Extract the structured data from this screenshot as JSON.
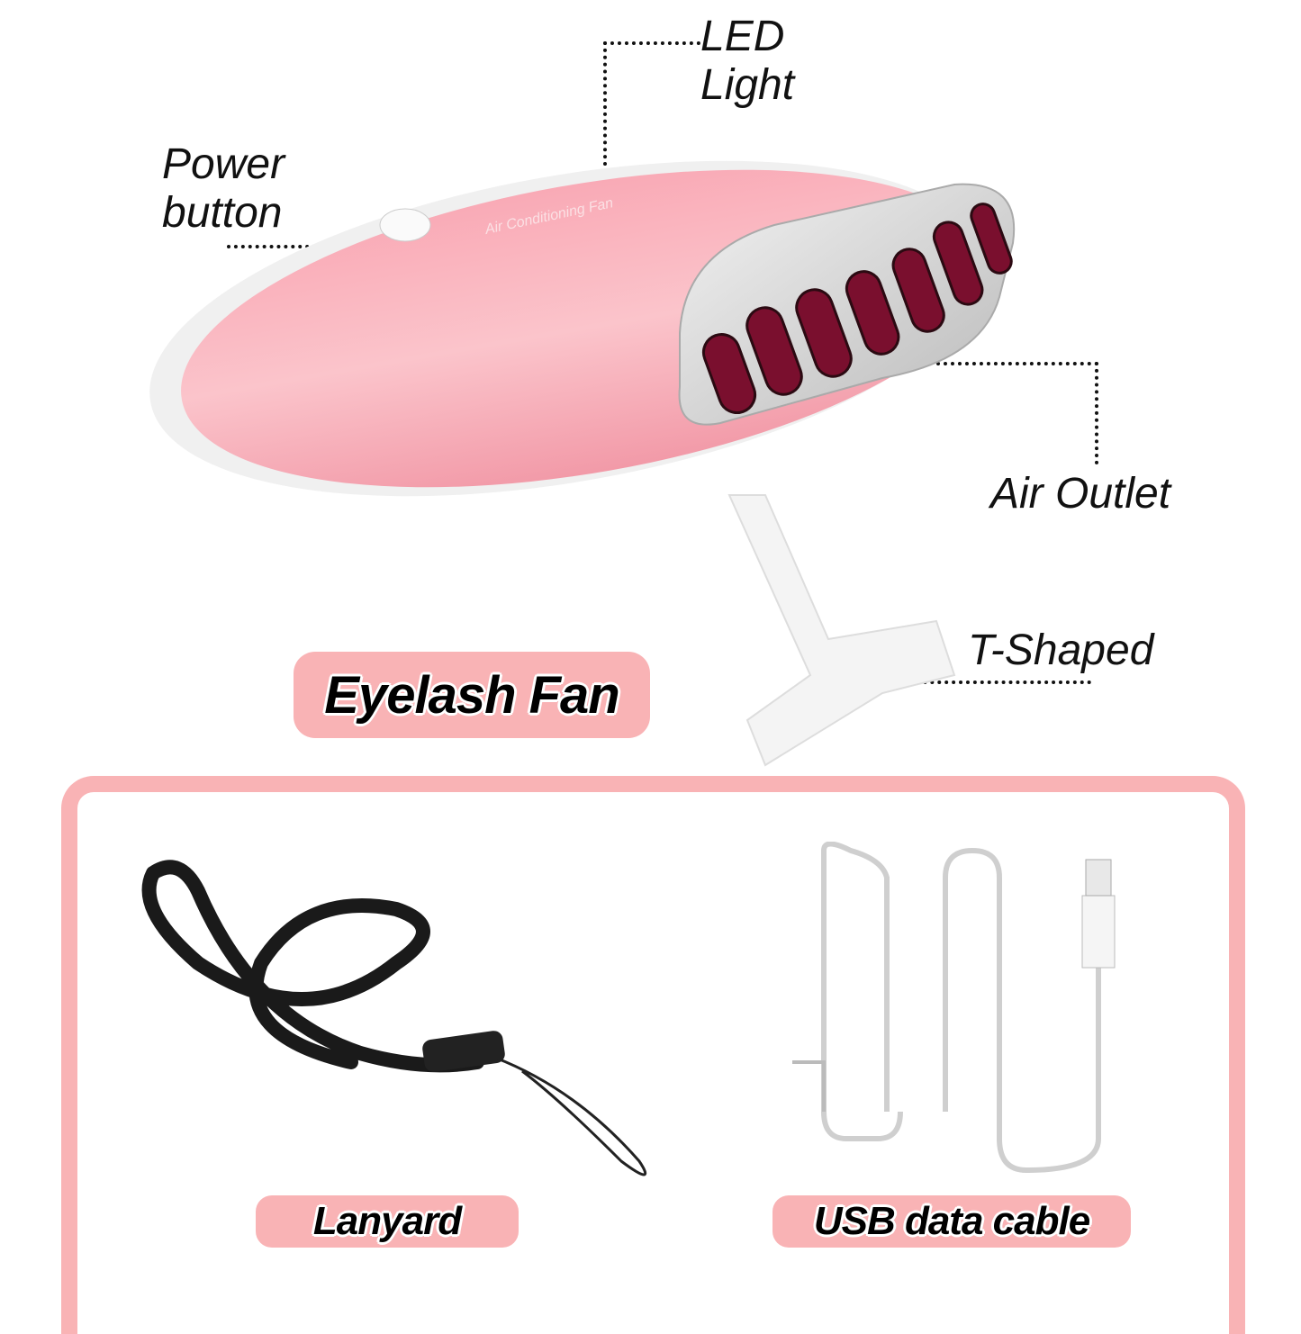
{
  "product": {
    "name": "Eyelash Fan",
    "body_color": "#f7b6bf",
    "grille_color": "#d9d9d9",
    "vent_color": "#7a0f2e",
    "brand_print": "Air Conditioning Fan"
  },
  "callouts": {
    "led": {
      "line1": "LED",
      "line2": "Light"
    },
    "power": {
      "line1": "Power",
      "line2": "button"
    },
    "air_outlet": "Air Outlet",
    "t_shaped": "T-Shaped"
  },
  "labels": {
    "main": "Eyelash Fan",
    "lanyard": "Lanyard",
    "usb": "USB data cable"
  },
  "colors": {
    "accent_pink": "#f9b3b5",
    "text": "#111111"
  }
}
